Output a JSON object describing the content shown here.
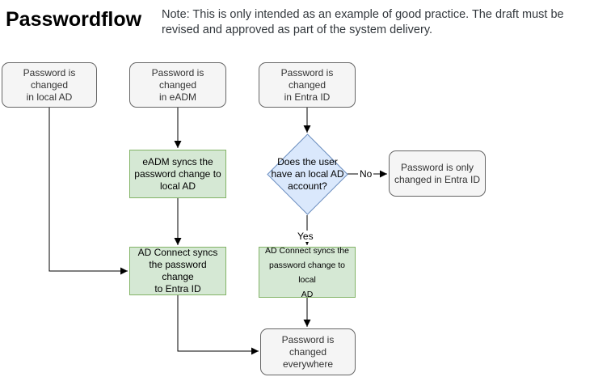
{
  "header": {
    "title": "Passwordflow",
    "note": "Note: This is only intended as an example of good practice. The draft must be\nrevised and approved as part of the system delivery."
  },
  "colors": {
    "terminal_fill": "#f5f5f5",
    "terminal_border": "#666666",
    "terminal_text": "#333333",
    "process_fill": "#d5e8d4",
    "process_border": "#82b366",
    "decision_fill": "#dae8fc",
    "decision_border": "#6c8ebf",
    "connector": "#000000"
  },
  "nodes": {
    "password_changed_local_ad": {
      "label": "Password is changed\nin local AD"
    },
    "password_changed_eadm": {
      "label": "Password is changed\nin eADM"
    },
    "password_changed_entra_id": {
      "label": "Password is changed\nin Entra ID"
    },
    "eadm_syncs_to_local_ad": {
      "label": "eADM syncs the\npassword change to\nlocal AD"
    },
    "decision_local_ad_account": {
      "label": "Does the user\nhave an local AD\naccount?"
    },
    "password_only_entra_id": {
      "label": "Password is only\nchanged in Entra ID"
    },
    "ad_connect_syncs_to_entra_id": {
      "label": "AD Connect syncs\nthe password change\nto Entra ID"
    },
    "ad_connect_syncs_to_local_ad": {
      "label": "AD Connect syncs the\npassword change to local\nAD"
    },
    "password_changed_everywhere": {
      "label": "Password is changed\neverywhere"
    }
  },
  "edge_labels": {
    "no": "No",
    "yes": "Yes"
  }
}
